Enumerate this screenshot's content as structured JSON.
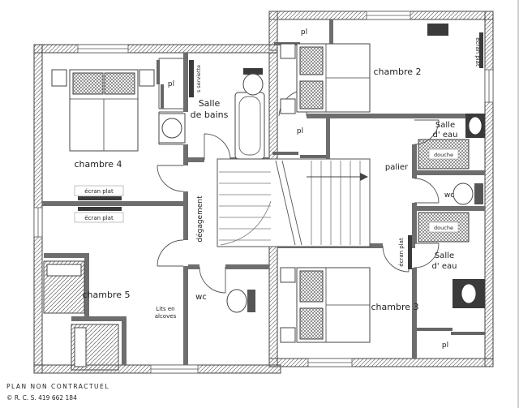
{
  "rooms": {
    "chambre2": "chambre 2",
    "chambre3": "chambre 3",
    "chambre4": "chambre 4",
    "chambre5": "chambre 5",
    "salle_de_bains_line1": "Salle",
    "salle_de_bains_line2": "de bains",
    "salle_eau_line1": "Salle",
    "salle_eau_line2": "d' eau",
    "palier": "palier",
    "wc": "wc",
    "degagement": "dégagement"
  },
  "labels": {
    "pl": "pl",
    "ecran_plat": "écran plat",
    "douche": "douche",
    "lits_line1": "Lits en",
    "lits_line2": "alcoves",
    "seche_serviettes": "s serviette"
  },
  "footer": {
    "disclaimer": "PLAN NON CONTRACTUEL",
    "copyright": "© R. C. S. 419 662 184"
  },
  "colors": {
    "ink": "#222222",
    "wall_hatch": "#8a8a8a",
    "paper": "#ffffff"
  }
}
